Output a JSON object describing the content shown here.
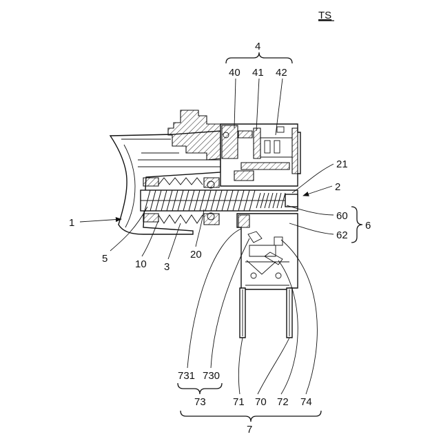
{
  "figure_tag": "TS",
  "labels": {
    "l4": "4",
    "l40": "40",
    "l41": "41",
    "l42": "42",
    "l21": "21",
    "l2": "2",
    "l1": "1",
    "l60": "60",
    "l6": "6",
    "l62": "62",
    "l5": "5",
    "l10": "10",
    "l3": "3",
    "l20": "20",
    "l731": "731",
    "l730": "730",
    "l73": "73",
    "l71": "71",
    "l70": "70",
    "l72": "72",
    "l74": "74",
    "l7": "7"
  }
}
